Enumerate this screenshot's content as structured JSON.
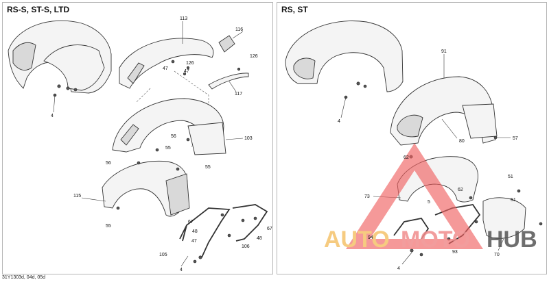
{
  "left_panel": {
    "title": "RS-S, ST-S, LTD",
    "callouts": [
      {
        "id": "l-113",
        "text": "113"
      },
      {
        "id": "l-116",
        "text": "116"
      },
      {
        "id": "l-126a",
        "text": "126"
      },
      {
        "id": "l-126b",
        "text": "126"
      },
      {
        "id": "l-47a",
        "text": "47"
      },
      {
        "id": "l-47b",
        "text": "47"
      },
      {
        "id": "l-117",
        "text": "117"
      },
      {
        "id": "l-4",
        "text": "4"
      },
      {
        "id": "l-103",
        "text": "103"
      },
      {
        "id": "l-56a",
        "text": "56"
      },
      {
        "id": "l-55a",
        "text": "55"
      },
      {
        "id": "l-56b",
        "text": "56"
      },
      {
        "id": "l-55b",
        "text": "55"
      },
      {
        "id": "l-115",
        "text": "115"
      },
      {
        "id": "l-55c",
        "text": "55"
      },
      {
        "id": "l-67a",
        "text": "67"
      },
      {
        "id": "l-48a",
        "text": "48"
      },
      {
        "id": "l-47c",
        "text": "47"
      },
      {
        "id": "l-67b",
        "text": "67"
      },
      {
        "id": "l-48b",
        "text": "48"
      },
      {
        "id": "l-106",
        "text": "106"
      },
      {
        "id": "l-105",
        "text": "105"
      },
      {
        "id": "l-4b",
        "text": "4"
      }
    ]
  },
  "right_panel": {
    "title": "RS, ST",
    "callouts": [
      {
        "id": "r-91",
        "text": "91"
      },
      {
        "id": "r-4",
        "text": "4"
      },
      {
        "id": "r-80",
        "text": "80"
      },
      {
        "id": "r-57",
        "text": "57"
      },
      {
        "id": "r-62a",
        "text": "62"
      },
      {
        "id": "r-51a",
        "text": "51"
      },
      {
        "id": "r-73",
        "text": "73"
      },
      {
        "id": "r-62b",
        "text": "62"
      },
      {
        "id": "r-5",
        "text": "5"
      },
      {
        "id": "r-51b",
        "text": "51"
      },
      {
        "id": "r-94",
        "text": "94"
      },
      {
        "id": "r-93",
        "text": "93"
      },
      {
        "id": "r-70",
        "text": "70"
      },
      {
        "id": "r-4b",
        "text": "4"
      }
    ]
  },
  "footer": {
    "text": "31Y1303d, 04d, 05d"
  },
  "watermark": {
    "part1": "AUTO",
    "part2": "MOTO",
    "part3": "HUB",
    "colors": {
      "auto": "#f5c26b",
      "moto": "#f08c8c",
      "hub": "#555555",
      "triangle": "#f06060"
    }
  }
}
